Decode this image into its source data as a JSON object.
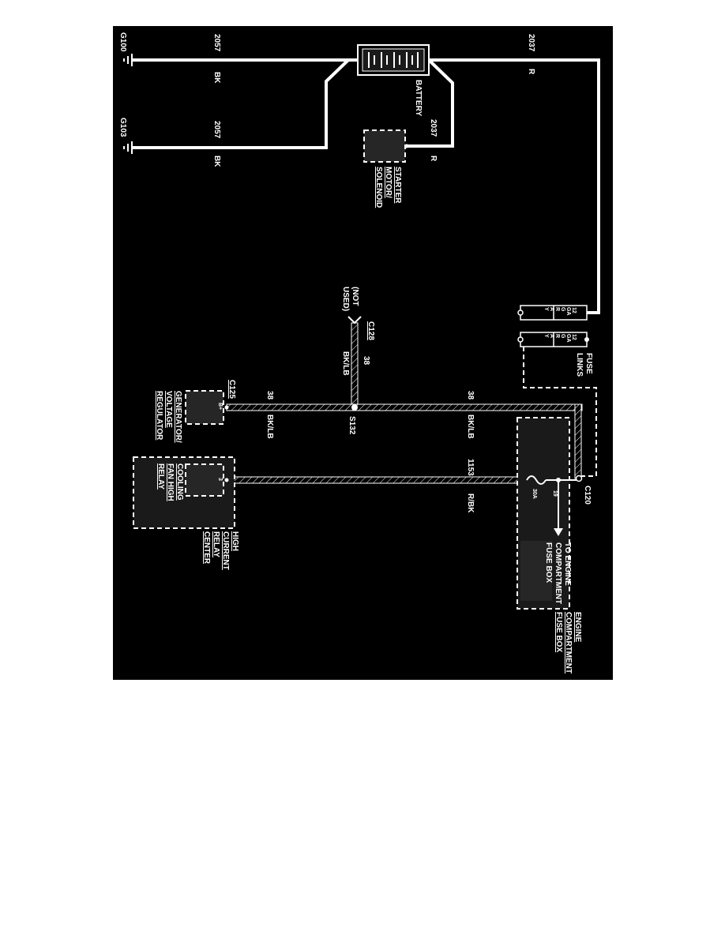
{
  "grounds": {
    "g100": "G100",
    "g103": "G103"
  },
  "battery": {
    "label": "BATTERY"
  },
  "starter": {
    "line1": "STARTER",
    "line2": "MOTOR/",
    "line3": "SOLENOID"
  },
  "fuse_links": {
    "line1": "FUSE",
    "line2": "LINKS",
    "block1": [
      "12",
      "GA",
      "G",
      "R",
      "A",
      "Y"
    ],
    "block2": [
      "12",
      "GA",
      "G",
      "R",
      "A",
      "Y"
    ]
  },
  "wires": {
    "w2057_top": {
      "circuit": "2057",
      "color": "BK"
    },
    "w2057_bottom": {
      "circuit": "2057",
      "color": "BK"
    },
    "w2037_main": {
      "circuit": "2037",
      "color": "R"
    },
    "w2037_starter": {
      "circuit": "2037",
      "color": "R"
    },
    "w38_c128": {
      "circuit": "38",
      "color": "BK/LB"
    },
    "w38_fusebox": {
      "circuit": "38",
      "color": "BK/LB"
    },
    "w38_gen": {
      "circuit": "38",
      "color": "BK/LB"
    },
    "w1153": {
      "circuit": "1153",
      "color": "R/BK"
    }
  },
  "connectors": {
    "c128": "C128",
    "not_used_1": "(NOT",
    "not_used_2": "USED)",
    "c125": "C125",
    "s132": "S132",
    "c120": "C120"
  },
  "generator": {
    "line1": "GENERATOR/",
    "line2": "VOLTAGE",
    "line3": "REGULATOR",
    "pin": "B+"
  },
  "relay": {
    "line1": "COOLING",
    "line2": "FAN HIGH",
    "line3": "RELAY",
    "pin": "3",
    "center1": "HIGH",
    "center2": "CURRENT",
    "center3": "RELAY",
    "center4": "CENTER"
  },
  "fusebox": {
    "fuse_num": "19",
    "fuse_rating": "30A",
    "to1": "TO ENGINE",
    "to2": "COMPARTMENT",
    "to3": "FUSE BOX",
    "name1": "ENGINE",
    "name2": "COMPARTMENT",
    "name3": "FUSE BOX"
  }
}
